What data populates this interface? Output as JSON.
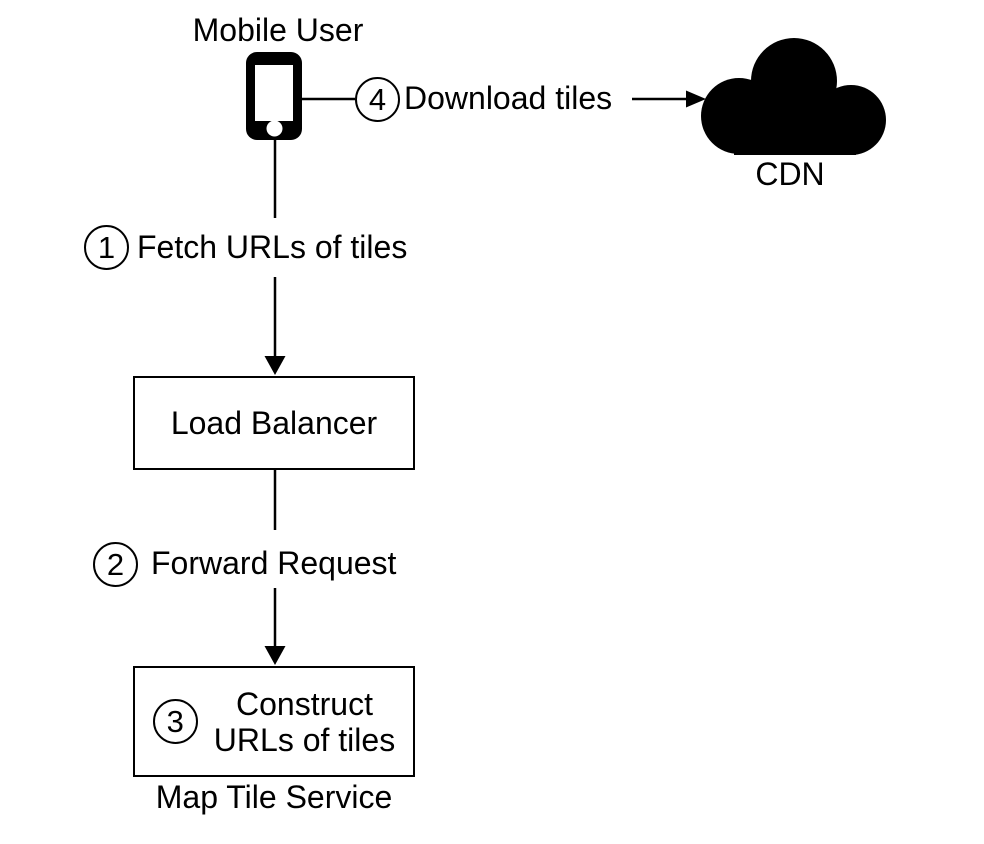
{
  "nodes": {
    "mobile_user": {
      "label": "Mobile User"
    },
    "cdn": {
      "label": "CDN"
    },
    "load_balancer": {
      "label": "Load Balancer"
    },
    "map_tile_service": {
      "label": "Map Tile Service"
    }
  },
  "steps": [
    {
      "number": "1",
      "label": "Fetch URLs of tiles"
    },
    {
      "number": "2",
      "label": "Forward Request"
    },
    {
      "number": "3",
      "label_line1": "Construct",
      "label_line2": "URLs of tiles"
    },
    {
      "number": "4",
      "label": "Download tiles"
    }
  ],
  "icons": {
    "mobile_user": "smartphone-icon",
    "cdn": "cloud-icon"
  },
  "colors": {
    "ink": "#000000",
    "background": "#ffffff"
  }
}
